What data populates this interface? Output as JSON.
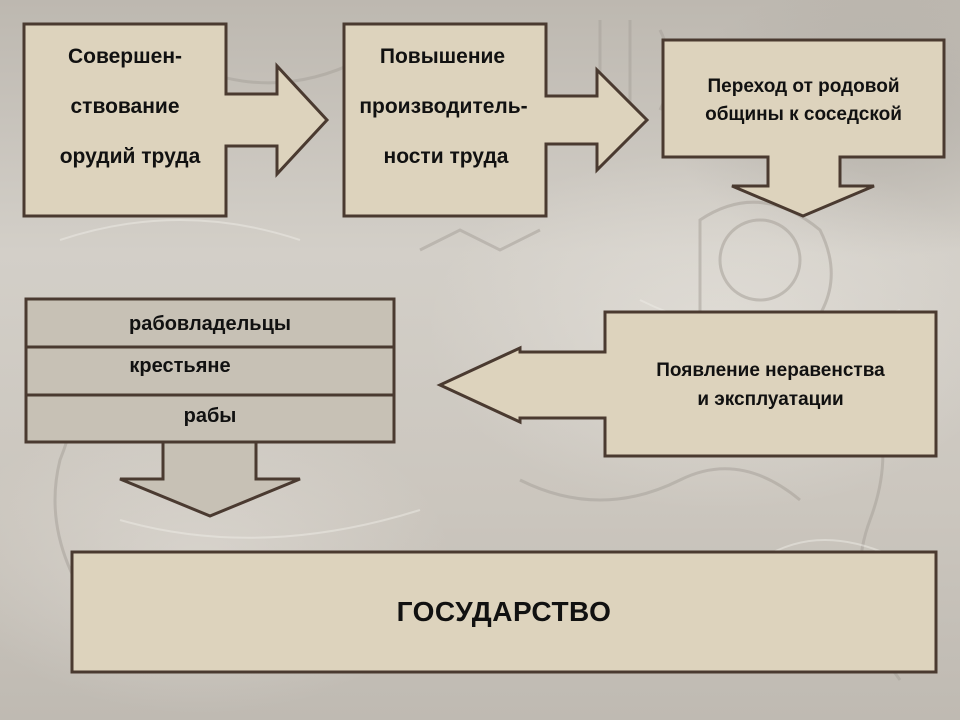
{
  "colors": {
    "box_fill": "#ddd3bd",
    "box_stroke": "#4a3a30",
    "layer_fill": "#c7c1b5"
  },
  "nodes": {
    "tools": [
      "Совершен-",
      "ствование",
      "орудий труда"
    ],
    "productivity": [
      "Повышение",
      "производитель-",
      "ности труда"
    ],
    "transition": [
      "Переход от родовой",
      "общины к соседской"
    ],
    "inequality": [
      "Появление неравенства",
      "и эксплуатации"
    ],
    "state": "ГОСУДАРСТВО"
  },
  "classes": [
    "рабовладельцы",
    "крестьяне",
    "рабы"
  ]
}
